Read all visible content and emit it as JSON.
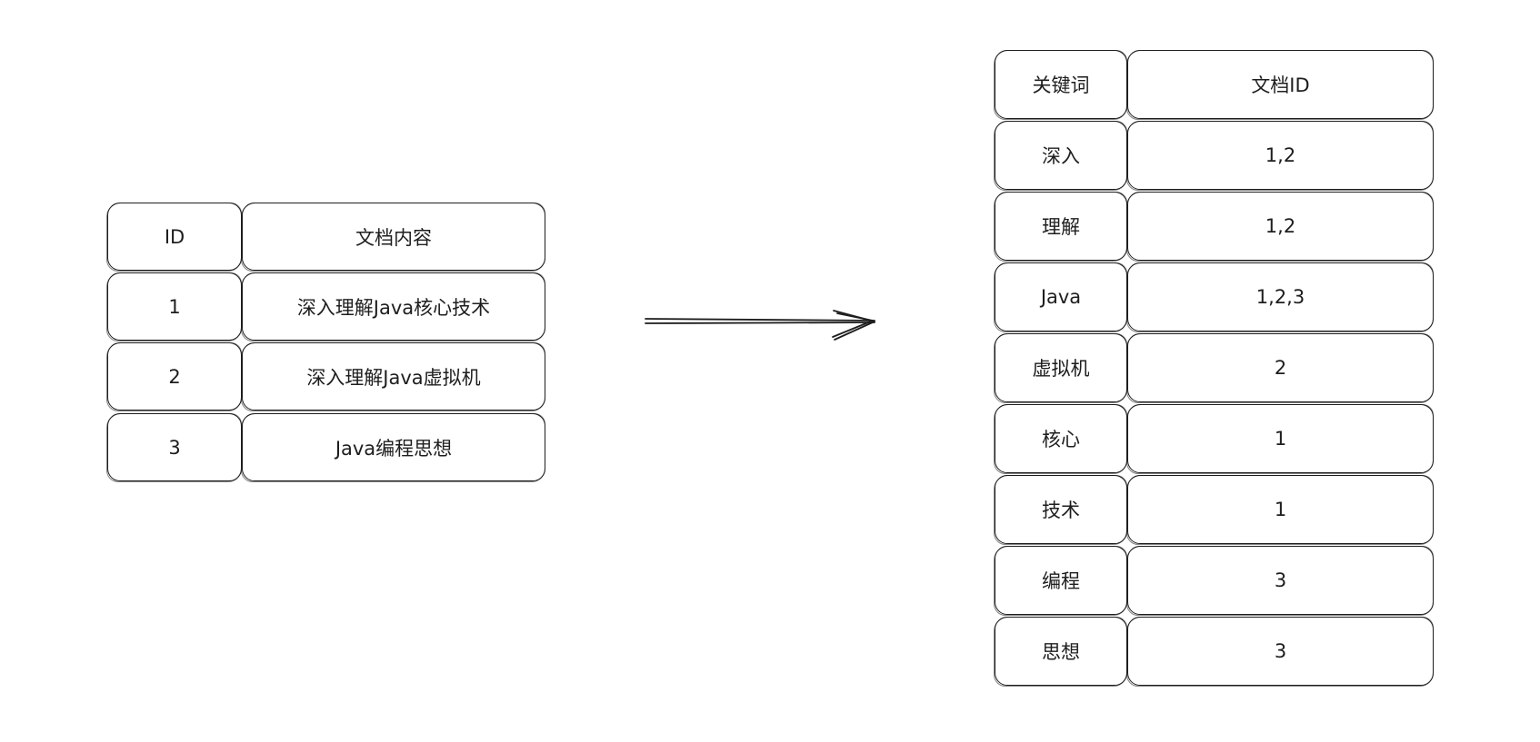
{
  "left_table": {
    "headers": {
      "id": "ID",
      "content": "文档内容"
    },
    "rows": [
      {
        "id": "1",
        "content": "深入理解Java核心技术"
      },
      {
        "id": "2",
        "content": "深入理解Java虚拟机"
      },
      {
        "id": "3",
        "content": "Java编程思想"
      }
    ]
  },
  "right_table": {
    "headers": {
      "keyword": "关键词",
      "doc_ids": "文档ID"
    },
    "rows": [
      {
        "keyword": "深入",
        "doc_ids": "1,2"
      },
      {
        "keyword": "理解",
        "doc_ids": "1,2"
      },
      {
        "keyword": "Java",
        "doc_ids": "1,2,3"
      },
      {
        "keyword": "虚拟机",
        "doc_ids": "2"
      },
      {
        "keyword": "核心",
        "doc_ids": "1"
      },
      {
        "keyword": "技术",
        "doc_ids": "1"
      },
      {
        "keyword": "编程",
        "doc_ids": "3"
      },
      {
        "keyword": "思想",
        "doc_ids": "3"
      }
    ]
  },
  "colors": {
    "stroke": "#1e1e1e",
    "background": "#ffffff"
  }
}
